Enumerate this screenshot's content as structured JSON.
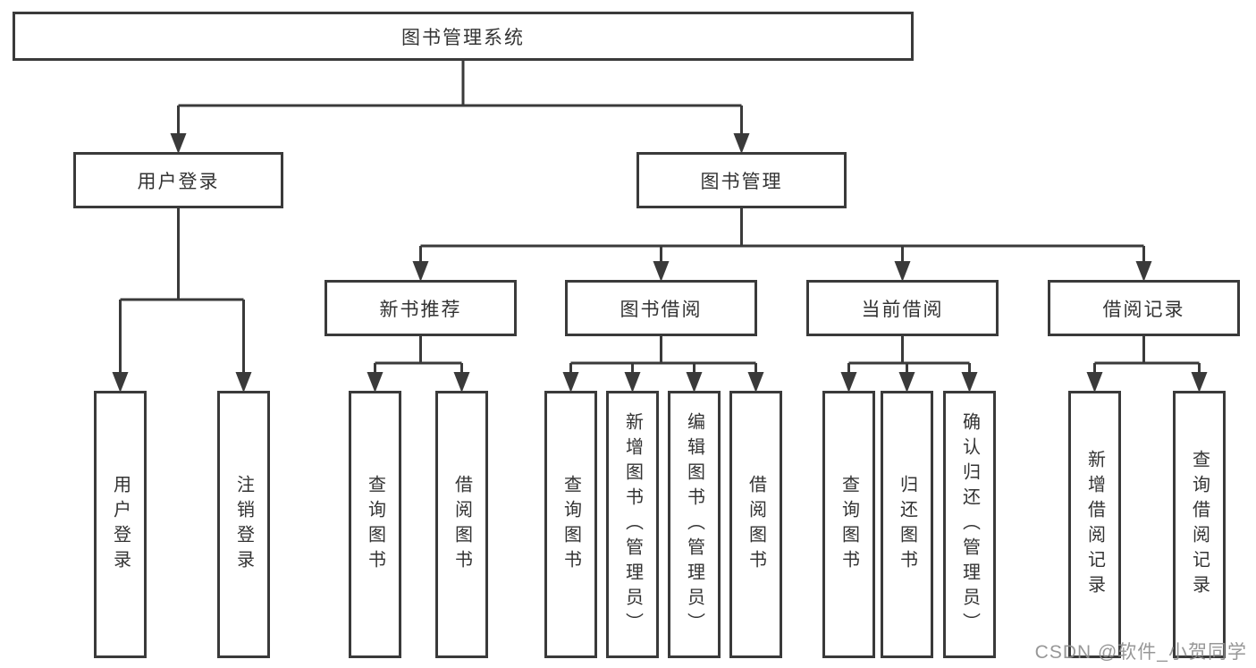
{
  "watermark": {
    "text": "CSDN @软件_小贺同学"
  },
  "tree": {
    "root": {
      "label": "图书管理系统"
    },
    "children": [
      {
        "label": "用户登录",
        "children": [
          {
            "label": "用户登录"
          },
          {
            "label": "注销登录"
          }
        ]
      },
      {
        "label": "图书管理",
        "children": [
          {
            "label": "新书推荐",
            "children": [
              {
                "label": "查询图书"
              },
              {
                "label": "借阅图书"
              }
            ]
          },
          {
            "label": "图书借阅",
            "children": [
              {
                "label": "查询图书"
              },
              {
                "label": "新增图书（管理员）"
              },
              {
                "label": "编辑图书（管理员）"
              },
              {
                "label": "借阅图书"
              }
            ]
          },
          {
            "label": "当前借阅",
            "children": [
              {
                "label": "查询图书"
              },
              {
                "label": "归还图书"
              },
              {
                "label": "确认归还（管理员）"
              }
            ]
          },
          {
            "label": "借阅记录",
            "children": [
              {
                "label": "新增借阅记录"
              },
              {
                "label": "查询借阅记录"
              }
            ]
          }
        ]
      }
    ]
  },
  "colors": {
    "line": "#3a3a3a",
    "text": "#333333",
    "watermark": "#8f8f8f"
  }
}
